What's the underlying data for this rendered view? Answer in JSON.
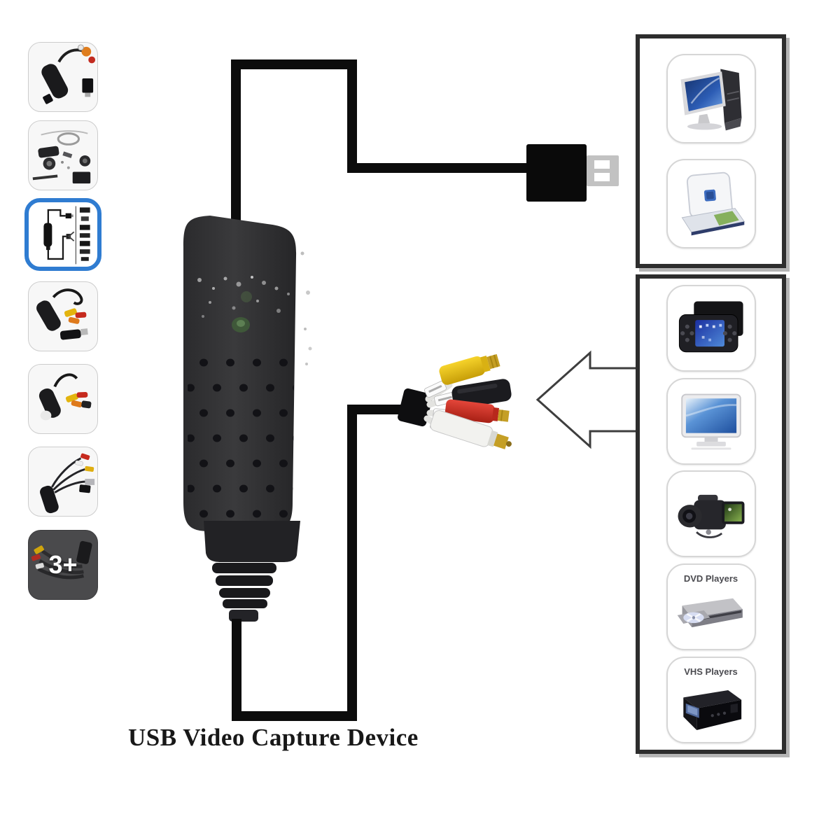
{
  "window": {
    "background_color": "#ffffff"
  },
  "sidebar": {
    "selected_index": 2,
    "selected_border_color": "#2f7cd1",
    "thumbnails": [
      {
        "name": "thumb-device-with-av-cables",
        "selected": false
      },
      {
        "name": "thumb-package-contents",
        "selected": false
      },
      {
        "name": "thumb-connection-diagram",
        "selected": true
      },
      {
        "name": "thumb-device-cables-front",
        "selected": false
      },
      {
        "name": "thumb-device-rca-fan",
        "selected": false
      },
      {
        "name": "thumb-device-cables-usb",
        "selected": false
      },
      {
        "name": "thumb-more-images",
        "selected": false,
        "label": "3+"
      }
    ]
  },
  "diagram": {
    "caption": "USB Video Capture Device",
    "led_color": "#52714a",
    "cable_color": "#0c0c0c",
    "usb_plug": {
      "body_color": "#0a0a0a",
      "metal_color": "#c2c2c2"
    },
    "rca_connectors": [
      {
        "name": "composite-video-plug",
        "color": "#e8bc12"
      },
      {
        "name": "s-video-plug",
        "color": "#1b1b1f"
      },
      {
        "name": "audio-right-plug",
        "color": "#d63024"
      },
      {
        "name": "audio-left-plug",
        "color": "#f2f2ef"
      }
    ],
    "arrow": {
      "direction": "left",
      "outline_color": "#3e3e3e"
    }
  },
  "output_devices_panel": {
    "border_color": "#2d2d2d",
    "items": [
      {
        "name": "desktop-computer"
      },
      {
        "name": "laptop"
      }
    ]
  },
  "source_devices_panel": {
    "border_color": "#2d2d2d",
    "items": [
      {
        "name": "portable-media-player",
        "label": ""
      },
      {
        "name": "tv-monitor",
        "label": ""
      },
      {
        "name": "camcorder",
        "label": ""
      },
      {
        "name": "dvd-player",
        "label": "DVD Players"
      },
      {
        "name": "vhs-player",
        "label": "VHS Players"
      }
    ]
  }
}
